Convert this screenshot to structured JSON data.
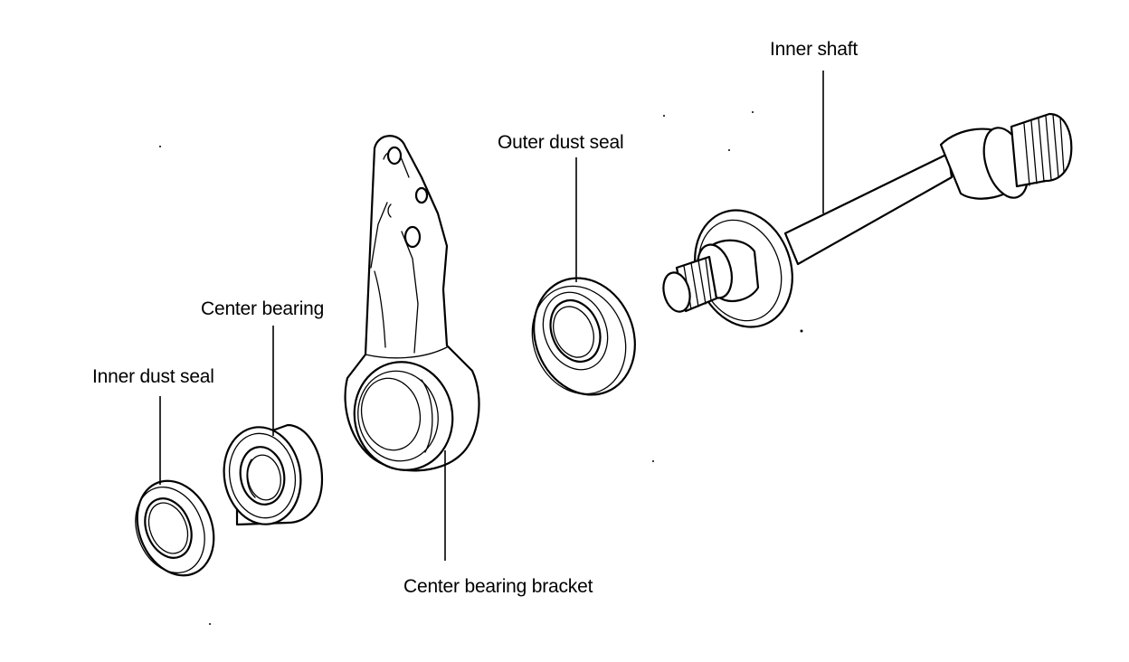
{
  "labels": {
    "inner_shaft": "Inner shaft",
    "outer_dust_seal": "Outer dust seal",
    "center_bearing": "Center bearing",
    "inner_dust_seal": "Inner dust seal",
    "center_bearing_bracket": "Center bearing bracket"
  },
  "colors": {
    "ink": "#000000",
    "background": "#ffffff"
  }
}
